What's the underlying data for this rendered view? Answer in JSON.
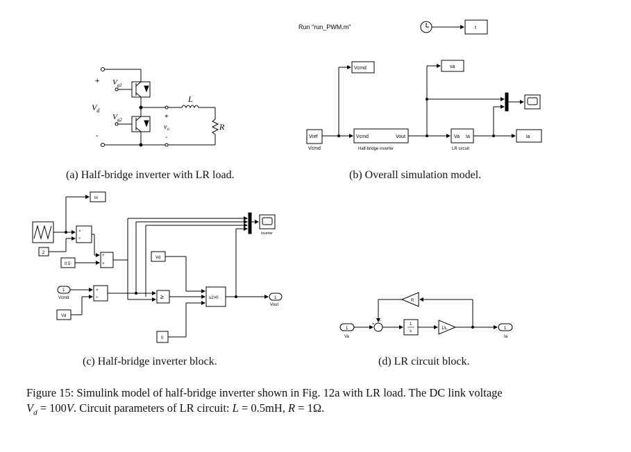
{
  "captions": {
    "a": "(a) Half-bridge inverter with LR load.",
    "b": "(b) Overall simulation model.",
    "c": "(c) Half-bridge inverter block.",
    "d": "(d) LR circuit block."
  },
  "figure_caption": {
    "lead": "Figure 15: Simulink model of half-bridge inverter shown in Fig. 12a with LR load. The DC link voltage",
    "line2_vd": "V",
    "line2_vd_sub": "d",
    "line2_eq": " = 100",
    "line2_v": "V",
    "line2_mid": ". Circuit parameters of LR circuit: ",
    "line2_L": "L",
    "line2_Lval": " = 0.5mH, ",
    "line2_R": "R",
    "line2_Rval": " = 1Ω."
  },
  "circuit_a": {
    "plus": "+",
    "minus": "-",
    "vd": "V",
    "vd_sub": "d",
    "vg1": "V",
    "vg1_sub": "g1",
    "vg2": "V",
    "vg2_sub": "g2",
    "inductor": "L",
    "resistor": "R",
    "vo_plus": "+",
    "vo": "v",
    "vo_sub": "o",
    "vo_minus": "-"
  },
  "model_b": {
    "run_label": "Run \"run_PWM.m\"",
    "clock_out": "t",
    "vcmd_tag": "Vcmd",
    "va_tag": "va",
    "vref_block": "Vref",
    "vref_under": "Vcmd",
    "hb_in": "Vcmd",
    "hb_out": "Vout",
    "hb_name": "Half-bridge inverter",
    "lr_in": "Va",
    "lr_out": "Ia",
    "lr_name": "LR circuit",
    "ia_tag": "ia"
  },
  "block_c": {
    "tri": "tri",
    "const2": "2",
    "const05": "0.5",
    "port1_in": "1",
    "port1_name": "Vcmd",
    "vd_left": "Vd",
    "vd_top": "Vd",
    "ge": "≥",
    "switch_label": "u2>0",
    "const0": "0",
    "port1_out": "1",
    "port1_out_name": "Vout",
    "scope_name": "Inverter",
    "mul": "×",
    "div": "÷",
    "plus": "+",
    "minus": "-"
  },
  "block_d": {
    "in_port": "1",
    "in_name": "Va",
    "gain_R": "R",
    "integrator_num": "1",
    "integrator_den": "s",
    "gain_invL": "1/L",
    "out_port": "1",
    "out_name": "Ia",
    "sum_plus": "+",
    "sum_minus": "-"
  }
}
